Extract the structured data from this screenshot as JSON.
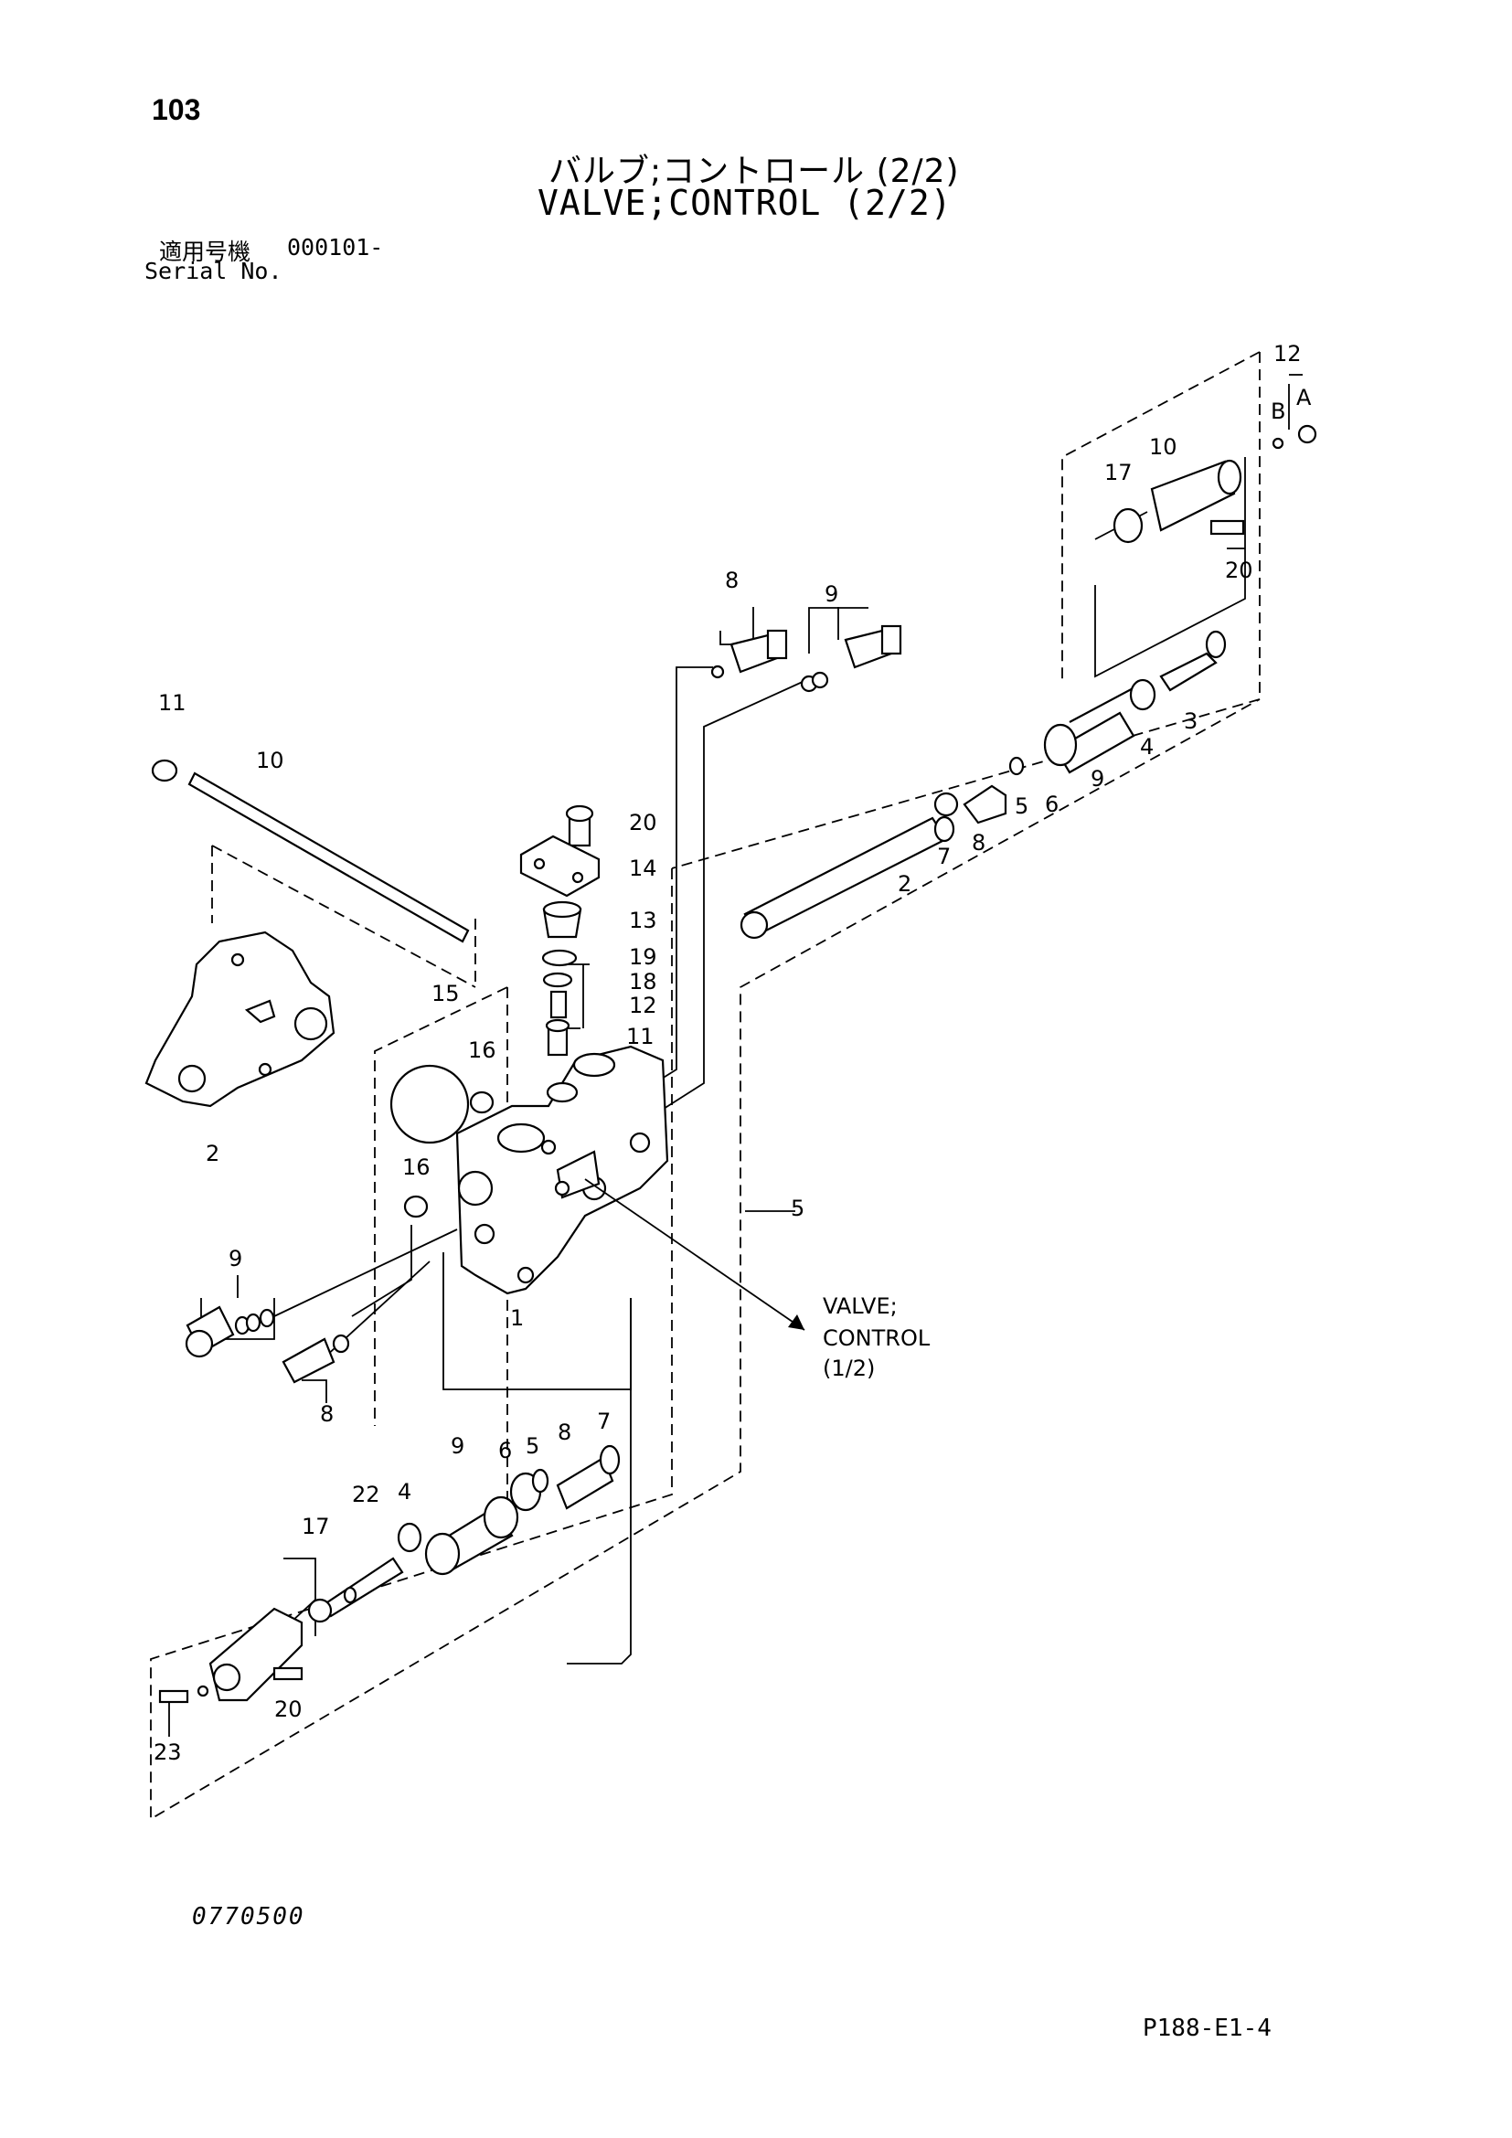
{
  "header": {
    "page_number": "103",
    "title_jp": "バルブ;コントロール (2/2)",
    "title_en": "VALVE;CONTROL (2/2)",
    "serial_label_jp": "適用号機",
    "serial_value": "000101-",
    "serial_label_en": "Serial No."
  },
  "callouts": {
    "c1": "1",
    "c2a": "2",
    "c2b": "2",
    "c3": "3",
    "c4a": "4",
    "c4b": "4",
    "c5a": "5",
    "c5b": "5",
    "c5c": "5",
    "c6a": "6",
    "c6b": "6",
    "c7a": "7",
    "c7b": "7",
    "c8a": "8",
    "c8b": "8",
    "c8c": "8",
    "c8d": "8",
    "c9a": "9",
    "c9b": "9",
    "c9c": "9",
    "c9d": "9",
    "c10a": "10",
    "c10b": "10",
    "c11a": "11",
    "c11b": "11",
    "c12a": "12",
    "c12b": "12",
    "c13": "13",
    "c14": "14",
    "c15": "15",
    "c16a": "16",
    "c16b": "16",
    "c17a": "17",
    "c17b": "17",
    "c18": "18",
    "c19": "19",
    "c20a": "20",
    "c20b": "20",
    "c20c": "20",
    "c22": "22",
    "c23": "23",
    "cA": "A",
    "cB": "B"
  },
  "reference": {
    "line1": "VALVE;",
    "line2": "CONTROL",
    "line3": "(1/2)"
  },
  "footer": {
    "drawing_code": "0770500",
    "page_code": "P188-E1-4"
  }
}
